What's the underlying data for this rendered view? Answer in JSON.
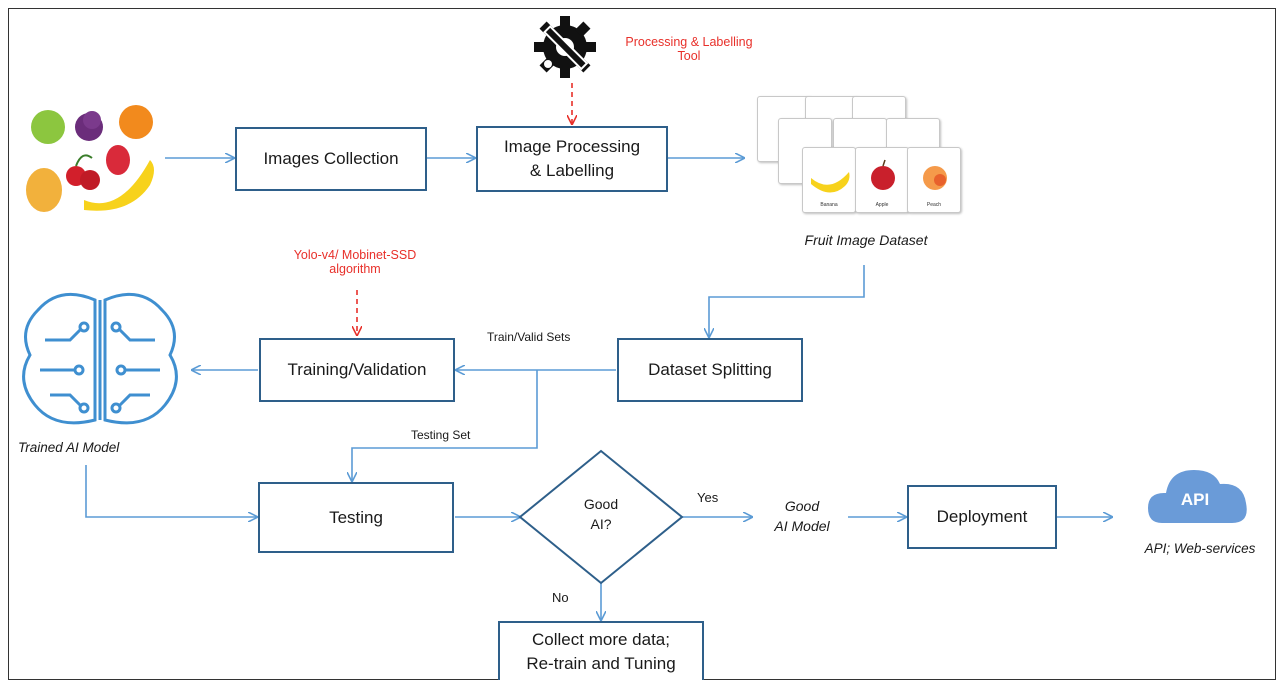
{
  "boxes": {
    "images_collection": "Images Collection",
    "image_processing": "Image Processing\n& Labelling",
    "dataset_splitting": "Dataset Splitting",
    "training_validation": "Training/Validation",
    "testing": "Testing",
    "decision": "Good\nAI?",
    "deployment": "Deployment",
    "collect_more": "Collect more data;\nRe-train and Tuning"
  },
  "labels": {
    "tool": "Processing & Labelling\nTool",
    "algorithm": "Yolo-v4/ Mobinet-SSD\nalgorithm",
    "fruit_dataset": "Fruit Image Dataset",
    "train_valid_sets": "Train/Valid Sets",
    "testing_set": "Testing Set",
    "trained_model": "Trained AI Model",
    "yes": "Yes",
    "no": "No",
    "good_model": "Good\nAI Model",
    "api_caption": "API; Web-services",
    "api_cloud": "API"
  },
  "cards": [
    "Banana",
    "Apple",
    "Peach"
  ],
  "colors": {
    "arrow": "#5b9bd5",
    "box_border": "#2e5f8a",
    "annotation": "#e8302a",
    "cloud": "#6a9bd8",
    "brain": "#3f8fd0"
  }
}
